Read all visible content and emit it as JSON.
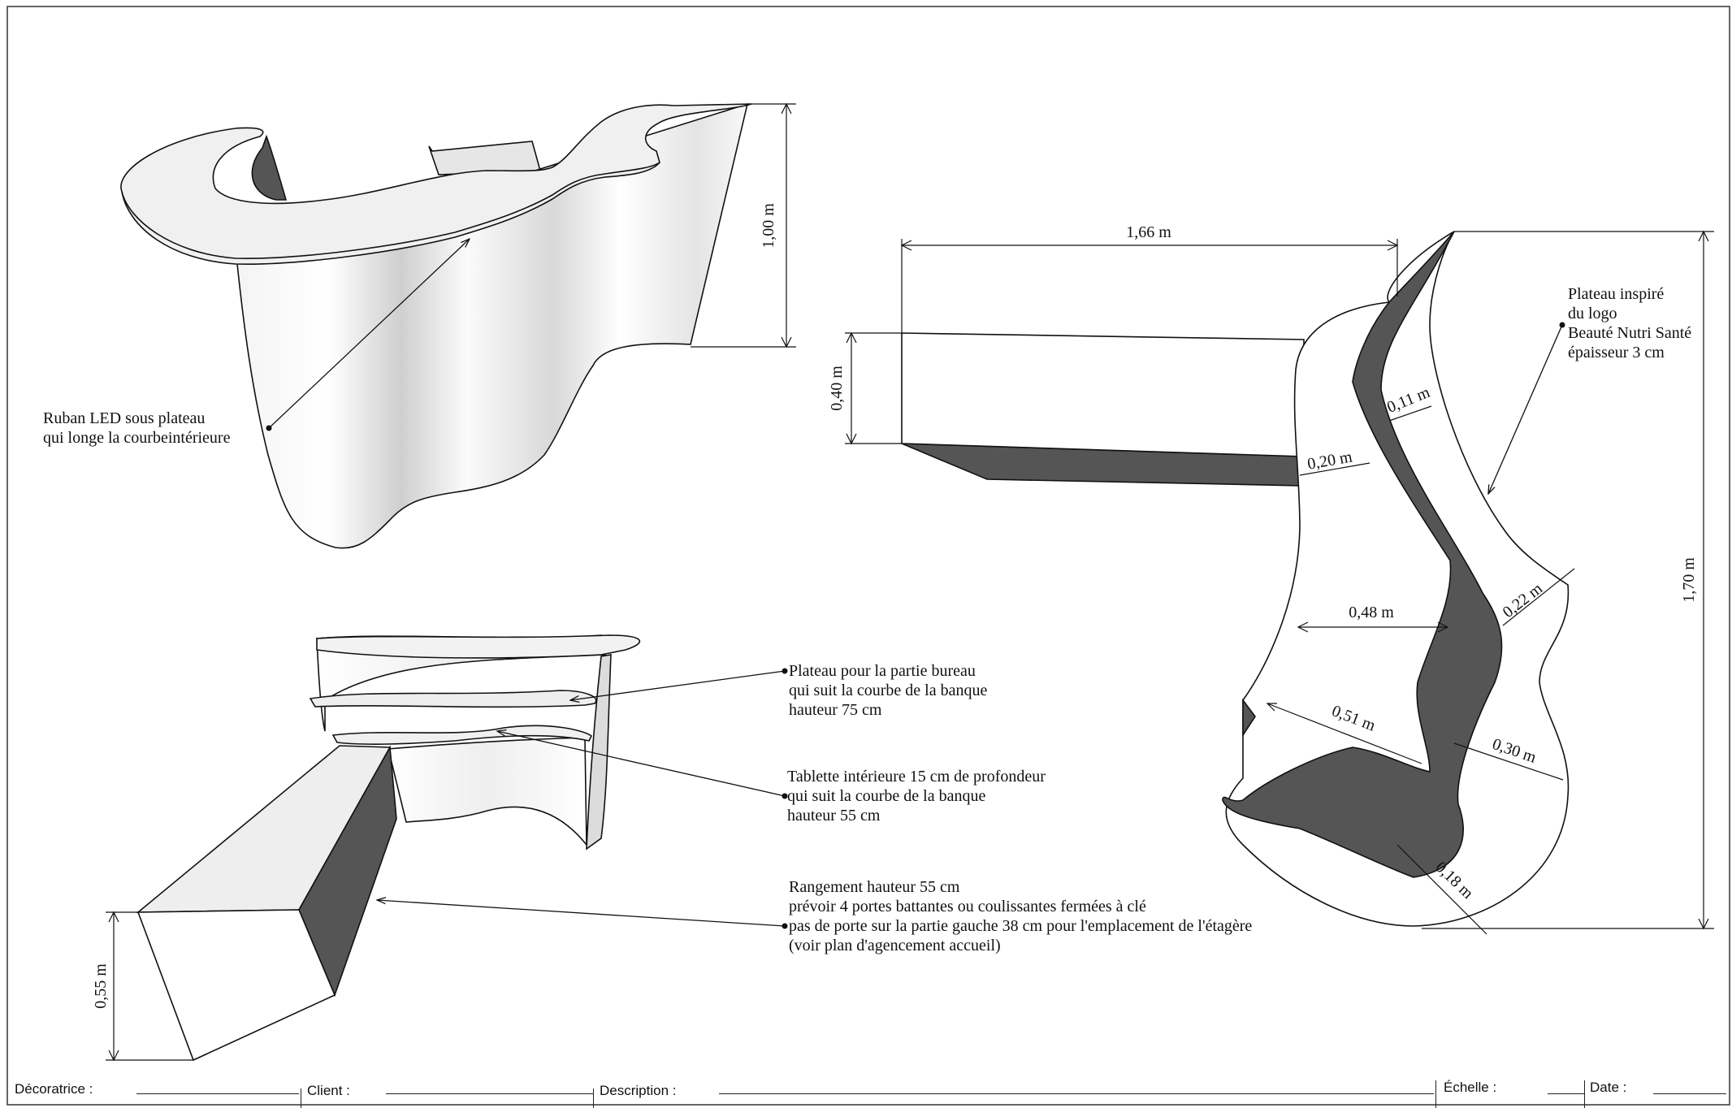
{
  "top_left": {
    "height_dim": "1,00 m",
    "note_lines": [
      "Ruban LED sous plateau",
      "qui longe la courbeintérieure"
    ]
  },
  "right_plan": {
    "width_dim": "1,66 m",
    "depth_dim": "0,40 m",
    "height_dim": "1,70 m",
    "widths": [
      "0,11 m",
      "0,20 m",
      "0,48 m",
      "0,22 m",
      "0,51 m",
      "0,30 m",
      "0,18 m"
    ],
    "note_lines": [
      "Plateau inspiré",
      "du logo",
      "Beauté Nutri Santé",
      "épaisseur 3 cm"
    ]
  },
  "bottom_left": {
    "height_dim": "0,55 m",
    "note_desk": [
      "Plateau pour la partie bureau",
      "qui suit la courbe de la banque",
      "hauteur 75 cm"
    ],
    "note_shelf": [
      "Tablette intérieure 15 cm de profondeur",
      "qui suit la courbe de la banque",
      "hauteur 55 cm"
    ],
    "note_storage": [
      "Rangement hauteur 55 cm",
      "prévoir 4 portes battantes ou coulissantes fermées à clé",
      "pas de porte sur la partie gauche 38 cm pour l'emplacement de l'étagère",
      "(voir plan d'agencement accueil)"
    ]
  },
  "title_block": {
    "decoratrice": "Décoratrice :",
    "client": "Client :",
    "description": "Description :",
    "echelle": "Échelle :",
    "date": "Date :"
  }
}
